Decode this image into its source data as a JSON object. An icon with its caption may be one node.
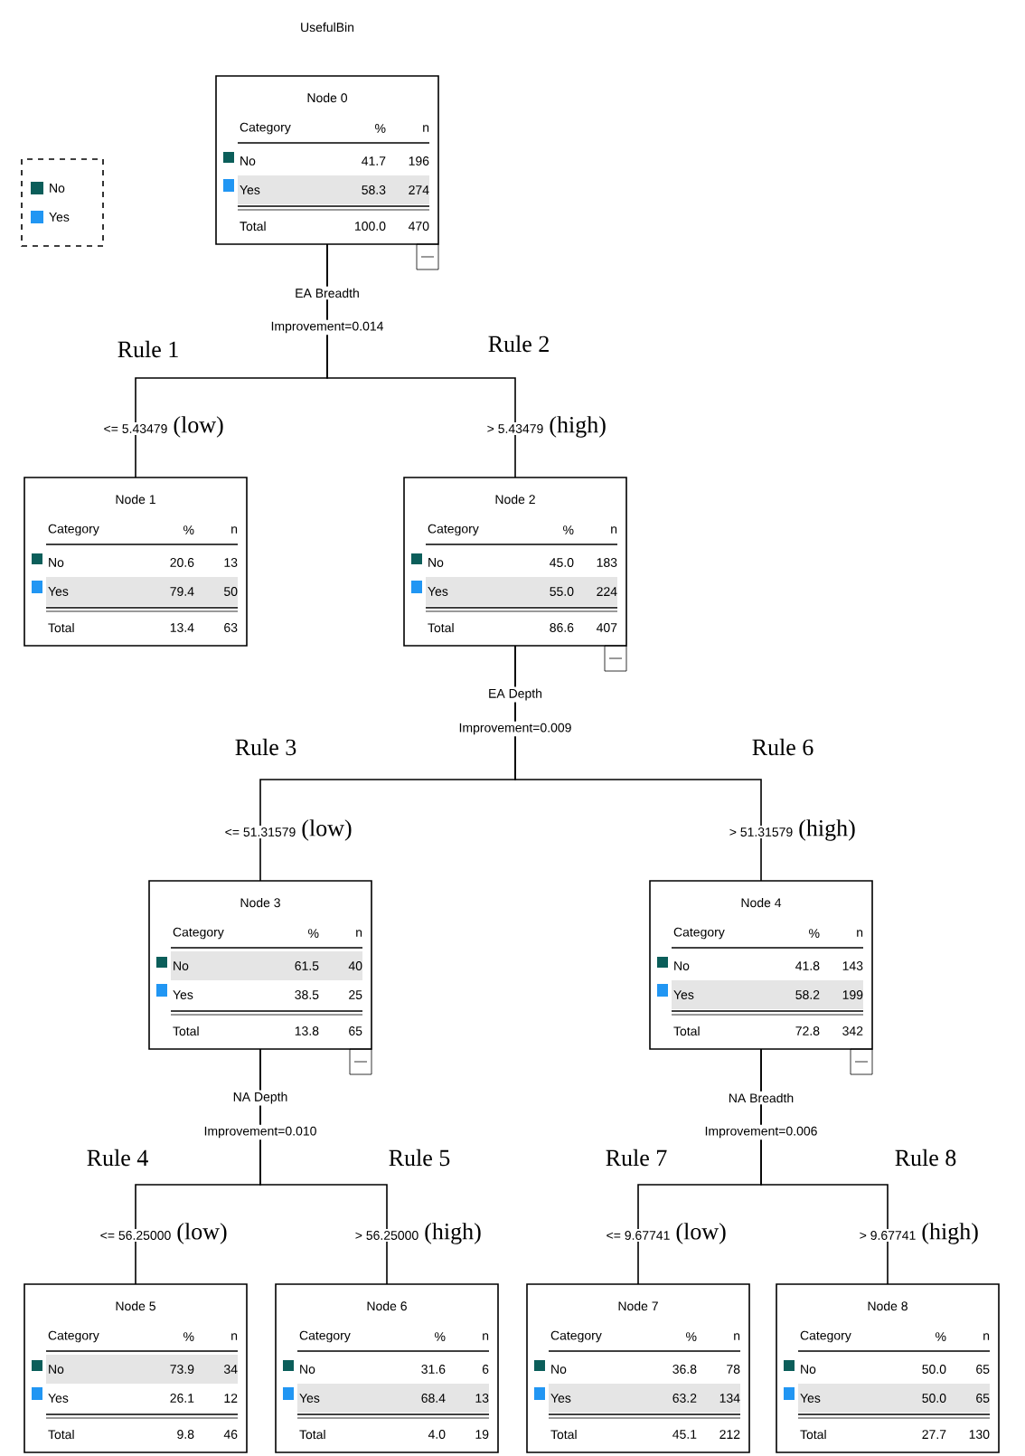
{
  "diagram": {
    "title": "UsefulBin",
    "nodes": [
      {
        "text": [
          "Node 0",
          "Category",
          "%",
          "n",
          "No",
          "41.7",
          "196",
          "Yes",
          "58.3",
          "274",
          "Total",
          "100.0",
          "470"
        ],
        "beside": [
          "EA Breadth",
          "Improvement=0.014"
        ]
      },
      {
        "text": [
          "Node 1",
          "Category",
          "%",
          "n",
          "No",
          "20.6",
          "13",
          "Yes",
          "79.4",
          "50",
          "Total",
          "13.4",
          "63"
        ]
      },
      {
        "text": [
          "Node 2",
          "Category",
          "%",
          "n",
          "No",
          "45.0",
          "183",
          "Yes",
          "55.0",
          "224",
          "Total",
          "86.6",
          "407"
        ],
        "beside": [
          "EA Depth",
          "Improvement=0.009"
        ]
      },
      {
        "text": [
          "Node 3",
          "Category",
          "%",
          "n",
          "No",
          "61.5",
          "40",
          "Yes",
          "38.5",
          "25",
          "Total",
          "13.8",
          "65"
        ],
        "beside": [
          "NA Depth",
          "Improvement=0.010"
        ]
      },
      {
        "text": [
          "Node 4",
          "Category",
          "%",
          "n",
          "No",
          "41.8",
          "143",
          "Yes",
          "58.2",
          "199",
          "Total",
          "72.8",
          "342"
        ],
        "beside": [
          "NA Breadth",
          "Improvement=0.006"
        ]
      },
      {
        "text": [
          "Node 5",
          "Category",
          "%",
          "n",
          "No",
          "73.9",
          "34",
          "Yes",
          "26.1",
          "12",
          "Total",
          "9.8",
          "46"
        ]
      },
      {
        "text": [
          "Node 6",
          "Category",
          "%",
          "n",
          "No",
          "31.6",
          "6",
          "Yes",
          "68.4",
          "13",
          "Total",
          "4.0",
          "19"
        ]
      },
      {
        "text": [
          "Node 7",
          "Category",
          "%",
          "n",
          "No",
          "36.8",
          "78",
          "Yes",
          "63.2",
          "134",
          "Total",
          "45.1",
          "212"
        ]
      },
      {
        "text": [
          "Node 8",
          "Category",
          "%",
          "n",
          "No",
          "50.0",
          "65",
          "Yes",
          "50.0",
          "65",
          "Total",
          "27.7",
          "130"
        ]
      }
    ],
    "edges": [
      {
        "from": 0,
        "to": 1,
        "arrow": "none",
        "label": "<= 5.43479"
      },
      {
        "from": 0,
        "to": 2,
        "arrow": "none",
        "label": "> 5.43479"
      },
      {
        "from": 2,
        "to": 3,
        "arrow": "none",
        "label": "<= 51.31579"
      },
      {
        "from": 2,
        "to": 4,
        "arrow": "none",
        "label": "> 51.31579"
      },
      {
        "from": 3,
        "to": 5,
        "arrow": "none",
        "label": "<= 56.25000"
      },
      {
        "from": 3,
        "to": 6,
        "arrow": "none",
        "label": "> 56.25000"
      },
      {
        "from": 4,
        "to": 7,
        "arrow": "none",
        "label": "<= 9.67741"
      },
      {
        "from": 4,
        "to": 8,
        "arrow": "none",
        "label": "> 9.67741"
      }
    ],
    "labels": [
      "Rule 1",
      "Rule 2",
      "(low)",
      "(high)",
      "Rule 3",
      "Rule 6",
      "(low)",
      "(high)",
      "Rule 4",
      "Rule 5",
      "Rule 7",
      "Rule 8",
      "(low)",
      "(high)",
      "(low)",
      "(high)"
    ],
    "legend": [
      {
        "text": "No",
        "color": "#0b5e5a"
      },
      {
        "text": "Yes",
        "color": "#2196f3"
      }
    ]
  }
}
